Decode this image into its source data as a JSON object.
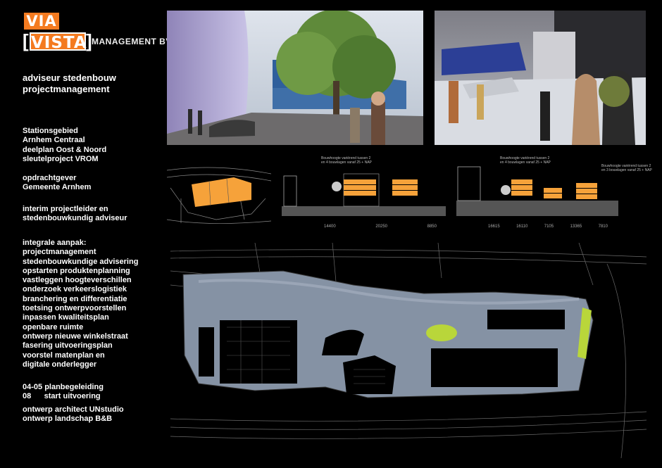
{
  "logo": {
    "via": "VIA",
    "vista": "VISTA",
    "company": "MANAGEMENT BV"
  },
  "heading": {
    "line1": "adviseur stedenbouw",
    "line2": "projectmanagement"
  },
  "project": {
    "lines": [
      "Stationsgebied",
      "Arnhem Centraal",
      "deelplan Oost & Noord",
      "sleutelproject VROM"
    ]
  },
  "client": {
    "lines": [
      "opdrachtgever",
      "Gemeente Arnhem"
    ]
  },
  "role": {
    "lines": [
      "interim projectleider en",
      "stedenbouwkundig adviseur"
    ]
  },
  "approach": {
    "lines": [
      "integrale aanpak:",
      "projectmanagement",
      "stedenbouwkundige advisering",
      "opstarten produktenplanning",
      "vastleggen hoogteverschillen",
      "onderzoek verkeerslogistiek",
      "branchering en differentiatie",
      "toetsing ontwerpvoorstellen",
      "inpassen kwaliteitsplan",
      "openbare ruimte",
      "ontwerp nieuwe winkelstraat",
      "fasering uitvoeringsplan",
      "voorstel matenplan en",
      "digitale onderlegger"
    ]
  },
  "timeline": {
    "lines": [
      "04-05 planbegeleiding",
      "08      start uitvoering"
    ]
  },
  "credits": {
    "lines": [
      "ontwerp architect UNstudio",
      "ontwerp landschap B&B"
    ]
  },
  "sections": {
    "left": {
      "note_a": "Bouwhoogte variërend tussen 2",
      "note_b": "en 4 bouwlagen vanaf 25 + NAP",
      "dims": [
        "14400",
        "20250",
        "8850"
      ]
    },
    "right": {
      "note_a": "Bouwhoogte variërend tussen 2",
      "note_b": "en 4 bouwlagen vanaf 25 + NAP",
      "note_c": "Bouwhoogte variërend tussen 2",
      "note_d": "en 3 bouwlagen vanaf 25 + NAP",
      "dims": [
        "16615",
        "16110",
        "7105",
        "13365",
        "7810"
      ]
    }
  },
  "colors": {
    "accent": "#f47b20",
    "plan_area": "#8592a4",
    "green": "#b9d63a",
    "building": "#f6a23a"
  }
}
